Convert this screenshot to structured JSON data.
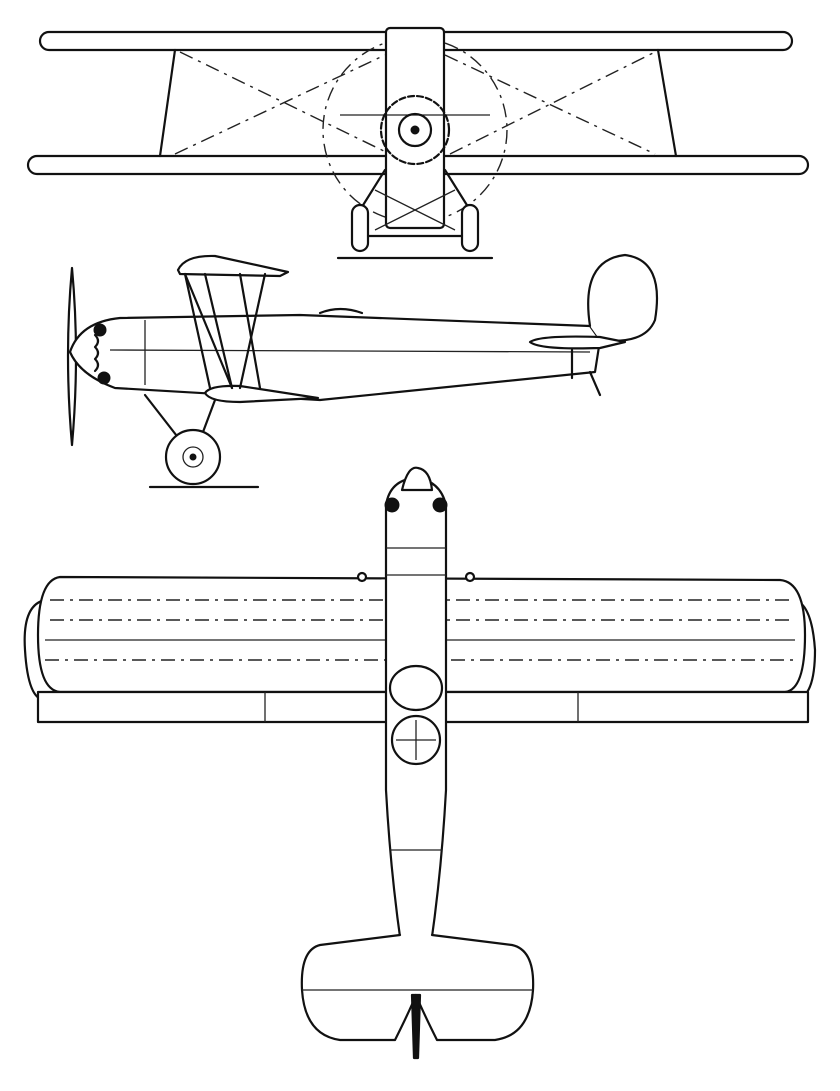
{
  "drawing": {
    "views": [
      "front",
      "side",
      "top"
    ],
    "colors": {
      "ink": "#111111",
      "paper": "#ffffff"
    }
  }
}
